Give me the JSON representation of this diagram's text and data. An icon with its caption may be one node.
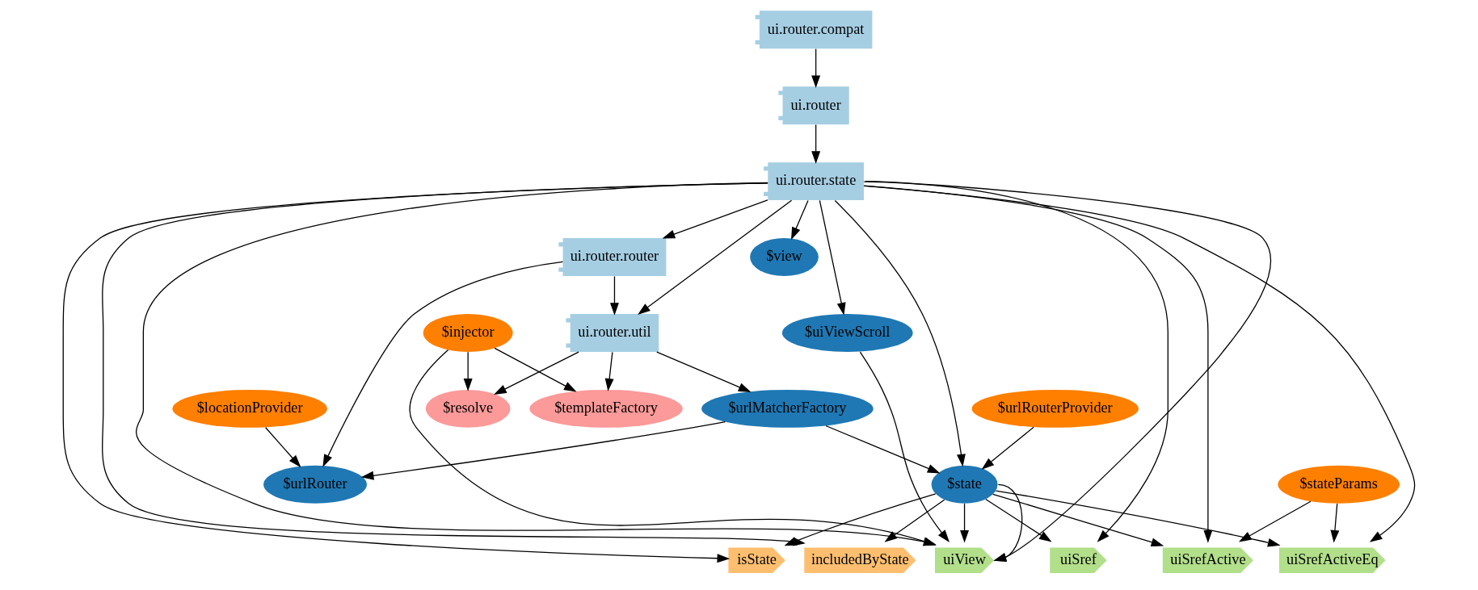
{
  "diagram": {
    "nodes": [
      {
        "text": [
          "ui.router.compat"
        ]
      },
      {
        "text": [
          "ui.router"
        ]
      },
      {
        "text": [
          "ui.router.state"
        ]
      },
      {
        "text": [
          "ui.router.router"
        ]
      },
      {
        "text": [
          "ui.router.util"
        ]
      },
      {
        "text": [
          "$view"
        ]
      },
      {
        "text": [
          "$uiViewScroll"
        ]
      },
      {
        "text": [
          "$injector"
        ]
      },
      {
        "text": [
          "$locationProvider"
        ]
      },
      {
        "text": [
          "$urlMatcherFactory"
        ]
      },
      {
        "text": [
          "$resolve"
        ]
      },
      {
        "text": [
          "$templateFactory"
        ]
      },
      {
        "text": [
          "$urlRouterProvider"
        ]
      },
      {
        "text": [
          "$urlRouter"
        ]
      },
      {
        "text": [
          "$state"
        ]
      },
      {
        "text": [
          "$stateParams"
        ]
      },
      {
        "text": [
          "isState"
        ]
      },
      {
        "text": [
          "includedByState"
        ]
      },
      {
        "text": [
          "uiView"
        ]
      },
      {
        "text": [
          "uiSref"
        ]
      },
      {
        "text": [
          "uiSrefActive"
        ]
      },
      {
        "text": [
          "uiSrefActiveEq"
        ]
      }
    ],
    "edges": [
      {
        "from": 0,
        "to": 1,
        "arrow": "to"
      },
      {
        "from": 1,
        "to": 2,
        "arrow": "to"
      },
      {
        "from": 2,
        "to": 3,
        "arrow": "to"
      },
      {
        "from": 2,
        "to": 4,
        "arrow": "to"
      },
      {
        "from": 2,
        "to": 5,
        "arrow": "to"
      },
      {
        "from": 2,
        "to": 6,
        "arrow": "to"
      },
      {
        "from": 2,
        "to": 14,
        "arrow": "to"
      },
      {
        "from": 2,
        "to": 16,
        "arrow": "to"
      },
      {
        "from": 2,
        "to": 17,
        "arrow": "to"
      },
      {
        "from": 2,
        "to": 18,
        "arrow": "to"
      },
      {
        "from": 2,
        "to": 18,
        "arrow": "to"
      },
      {
        "from": 2,
        "to": 19,
        "arrow": "to"
      },
      {
        "from": 2,
        "to": 20,
        "arrow": "to"
      },
      {
        "from": 2,
        "to": 21,
        "arrow": "to"
      },
      {
        "from": 3,
        "to": 4,
        "arrow": "to"
      },
      {
        "from": 3,
        "to": 13,
        "arrow": "to"
      },
      {
        "from": 4,
        "to": 9,
        "arrow": "to"
      },
      {
        "from": 4,
        "to": 10,
        "arrow": "to"
      },
      {
        "from": 4,
        "to": 11,
        "arrow": "to"
      },
      {
        "from": 6,
        "to": 18,
        "arrow": "to"
      },
      {
        "from": 7,
        "to": 10,
        "arrow": "to"
      },
      {
        "from": 7,
        "to": 11,
        "arrow": "to"
      },
      {
        "from": 7,
        "to": 18,
        "arrow": "to"
      },
      {
        "from": 8,
        "to": 13,
        "arrow": "to"
      },
      {
        "from": 9,
        "to": 13,
        "arrow": "to"
      },
      {
        "from": 9,
        "to": 14,
        "arrow": "to"
      },
      {
        "from": 12,
        "to": 14,
        "arrow": "to"
      },
      {
        "from": 14,
        "to": 16,
        "arrow": "to"
      },
      {
        "from": 14,
        "to": 17,
        "arrow": "to"
      },
      {
        "from": 14,
        "to": 18,
        "arrow": "to"
      },
      {
        "from": 14,
        "to": 18,
        "arrow": "to"
      },
      {
        "from": 14,
        "to": 19,
        "arrow": "to"
      },
      {
        "from": 14,
        "to": 20,
        "arrow": "to"
      },
      {
        "from": 14,
        "to": 21,
        "arrow": "to"
      },
      {
        "from": 15,
        "to": 20,
        "arrow": "to"
      },
      {
        "from": 15,
        "to": 21,
        "arrow": "to"
      }
    ]
  }
}
